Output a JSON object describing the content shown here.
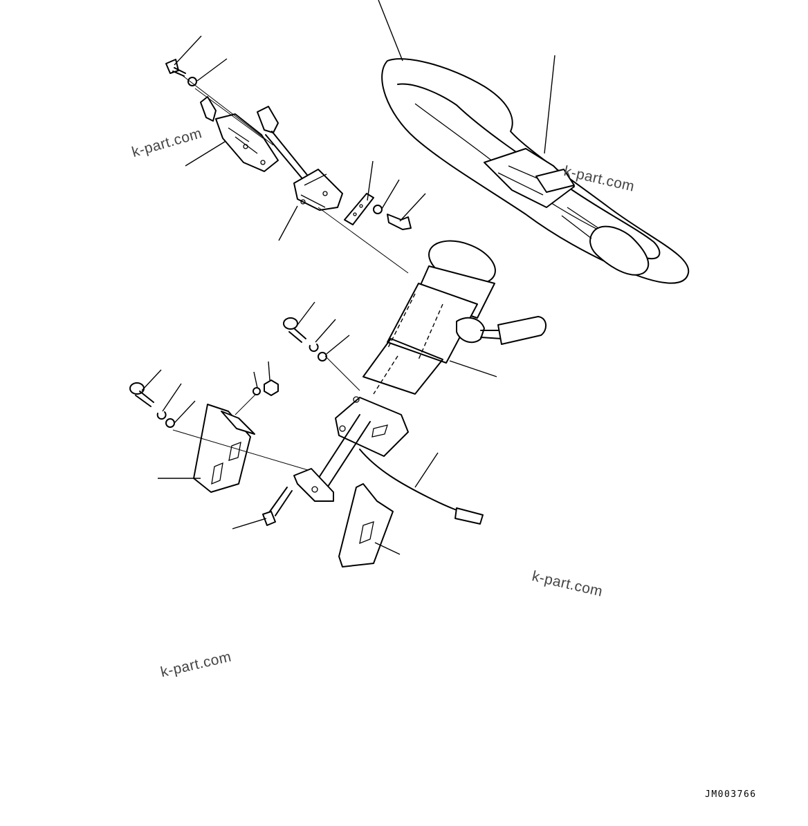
{
  "watermarks": [
    "k-part.com",
    "k-part.com",
    "k-part.com",
    "k-part.com"
  ],
  "drawing_code": "JM003766"
}
